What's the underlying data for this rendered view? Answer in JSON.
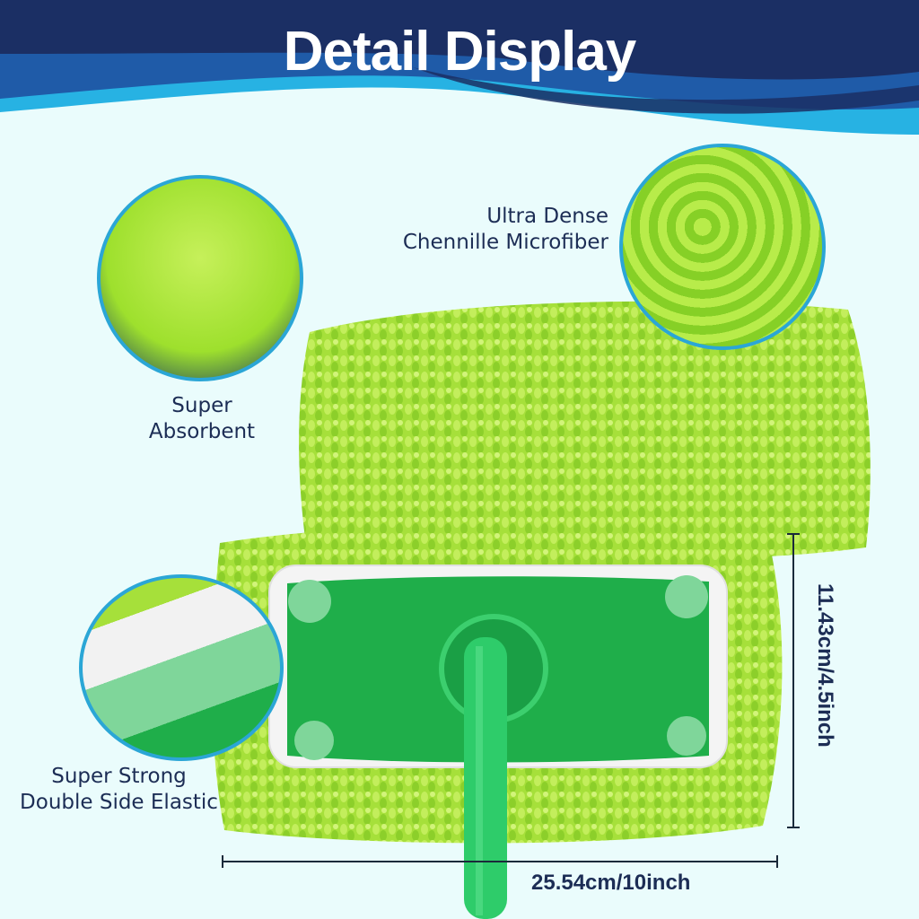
{
  "header": {
    "title": "Detail Display"
  },
  "callouts": [
    {
      "id": "absorbent",
      "lines": [
        "Super",
        "Absorbent"
      ]
    },
    {
      "id": "microfiber",
      "lines": [
        "Ultra Dense",
        "Chennille Microfiber"
      ]
    },
    {
      "id": "elastic",
      "lines": [
        "Super Strong",
        "Double Side Elastic"
      ]
    }
  ],
  "dimensions": {
    "width": "25.54cm/10inch",
    "height": "11.43cm/4.5inch"
  },
  "colors": {
    "banner_dark": "#1b2f64",
    "banner_mid": "#1f5ba8",
    "banner_light": "#27b2e3",
    "background": "#eafcfc",
    "text": "#1c2d55",
    "chenille": "#a6e03a",
    "mop_base": "#1fae4a",
    "circle_border": "#2ba6d6"
  }
}
